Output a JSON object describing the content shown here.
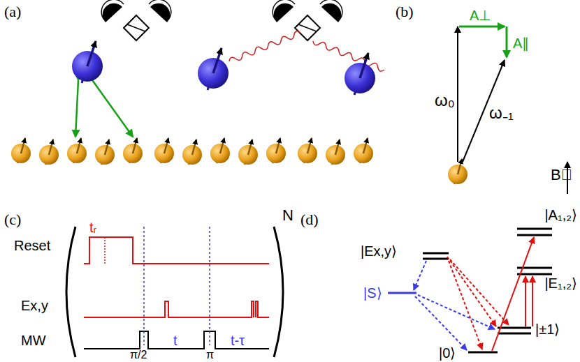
{
  "diagram": {
    "labels": [
      "(a)",
      "(b)",
      "A⊥",
      "A∥",
      "ω₀",
      "ω₋₁",
      "B⃗",
      "(c)",
      "tᵣ",
      "Reset",
      "Ex,y",
      "MW",
      "π/2",
      "t",
      "π",
      "t-τ",
      "N",
      "(d)",
      "|Ex,y⟩",
      "|A₁,₂⟩",
      "|E₁,₂⟩",
      "|S⟩",
      "|±1⟩",
      "|0⟩"
    ]
  }
}
